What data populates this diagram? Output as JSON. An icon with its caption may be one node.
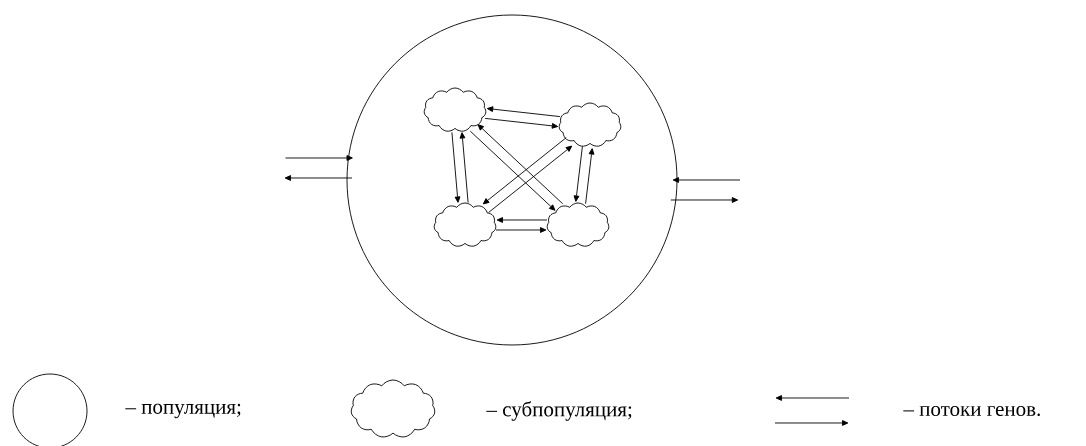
{
  "diagram": {
    "nodes": [
      {
        "text": [],
        "shape": "circle"
      },
      {
        "text": [],
        "shape": "cloud",
        "in": 0
      },
      {
        "text": [],
        "shape": "cloud",
        "in": 0
      },
      {
        "text": [],
        "shape": "cloud",
        "in": 0
      },
      {
        "text": [],
        "shape": "cloud",
        "in": 0
      }
    ],
    "edges": [
      {
        "from": null,
        "to": 0,
        "arrow": "to"
      },
      {
        "from": 0,
        "to": null,
        "arrow": "to"
      },
      {
        "from": null,
        "to": 0,
        "arrow": "to"
      },
      {
        "from": 0,
        "to": null,
        "arrow": "to"
      },
      {
        "from": 1,
        "to": 2,
        "arrow": "to"
      },
      {
        "from": 2,
        "to": 1,
        "arrow": "to"
      },
      {
        "from": 1,
        "to": 3,
        "arrow": "to"
      },
      {
        "from": 3,
        "to": 1,
        "arrow": "to"
      },
      {
        "from": 2,
        "to": 4,
        "arrow": "to"
      },
      {
        "from": 4,
        "to": 2,
        "arrow": "to"
      },
      {
        "from": 3,
        "to": 4,
        "arrow": "to"
      },
      {
        "from": 4,
        "to": 3,
        "arrow": "to"
      },
      {
        "from": 1,
        "to": 4,
        "arrow": "to"
      },
      {
        "from": 4,
        "to": 1,
        "arrow": "to"
      },
      {
        "from": 2,
        "to": 3,
        "arrow": "to"
      },
      {
        "from": 3,
        "to": 2,
        "arrow": "to"
      }
    ],
    "legend": [
      {
        "text": "– популяция;"
      },
      {
        "text": "– субпопуляция;"
      },
      {
        "text": "– потоки генов."
      }
    ]
  }
}
